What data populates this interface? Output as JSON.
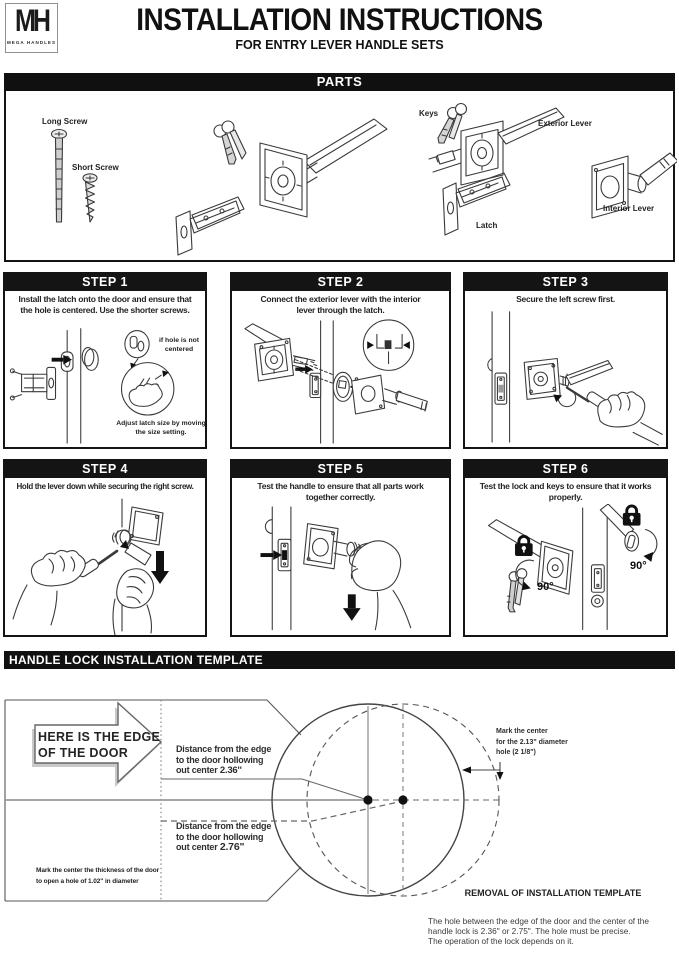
{
  "header": {
    "monogram": "MH",
    "brand": "MEGA HANDLES",
    "title": "INSTALLATION INSTRUCTIONS",
    "subtitle": "FOR ENTRY LEVER HANDLE SETS"
  },
  "parts": {
    "banner": "PARTS",
    "labels": {
      "long_screw": "Long Screw",
      "short_screw": "Short Screw",
      "keys": "Keys",
      "exterior_lever": "Exterior Lever",
      "latch": "Latch",
      "interior_lever": "Interior Lever"
    }
  },
  "steps": [
    {
      "title": "STEP 1",
      "description": "Install the latch onto the door and ensure that\nthe hole is centered. Use the shorter screws.",
      "note_inset": "if hole is not\ncentered",
      "note_adjust": "Adjust latch size by moving\nthe size setting."
    },
    {
      "title": "STEP 2",
      "description": "Connect the exterior lever with the interior\nlever through the latch."
    },
    {
      "title": "STEP 3",
      "description": "Secure the left screw first."
    },
    {
      "title": "STEP 4",
      "description": "Hold the lever down while securing the right screw."
    },
    {
      "title": "STEP 5",
      "description": "Test the handle to ensure that all parts work\ntogether correctly."
    },
    {
      "title": "STEP 6",
      "description": "Test the lock and keys to ensure that it works\nproperly.",
      "angle_left": "90°",
      "angle_right": "90°"
    }
  ],
  "template": {
    "banner": "HANDLE LOCK INSTALLATION TEMPLATE",
    "edge_arrow": "HERE IS THE EDGE\nOF THE DOOR",
    "distance1_label": "Distance from the edge\nto the door hollowing\nout center",
    "distance1_value": "2.36''",
    "distance2_label": "Distance from the edge\nto the door hollowing\nout center",
    "distance2_value": "2.76\"",
    "mark_hole": "Mark the center\nfor the 2.13\" diameter\nhole (2 1/8\")",
    "mark_thickness": "Mark the center the thickness of the door\nto open a hole of 1.02\" in diameter",
    "removal_title": "REMOVAL OF INSTALLATION TEMPLATE",
    "removal_body": "The hole between the edge of the door and the center of the\nhandle lock is 2.36\" or 2.75\". The hole must be precise.\nThe operation of the lock depends on it."
  },
  "colors": {
    "banner_bg": "#101010",
    "banner_text": "#ffffff"
  }
}
